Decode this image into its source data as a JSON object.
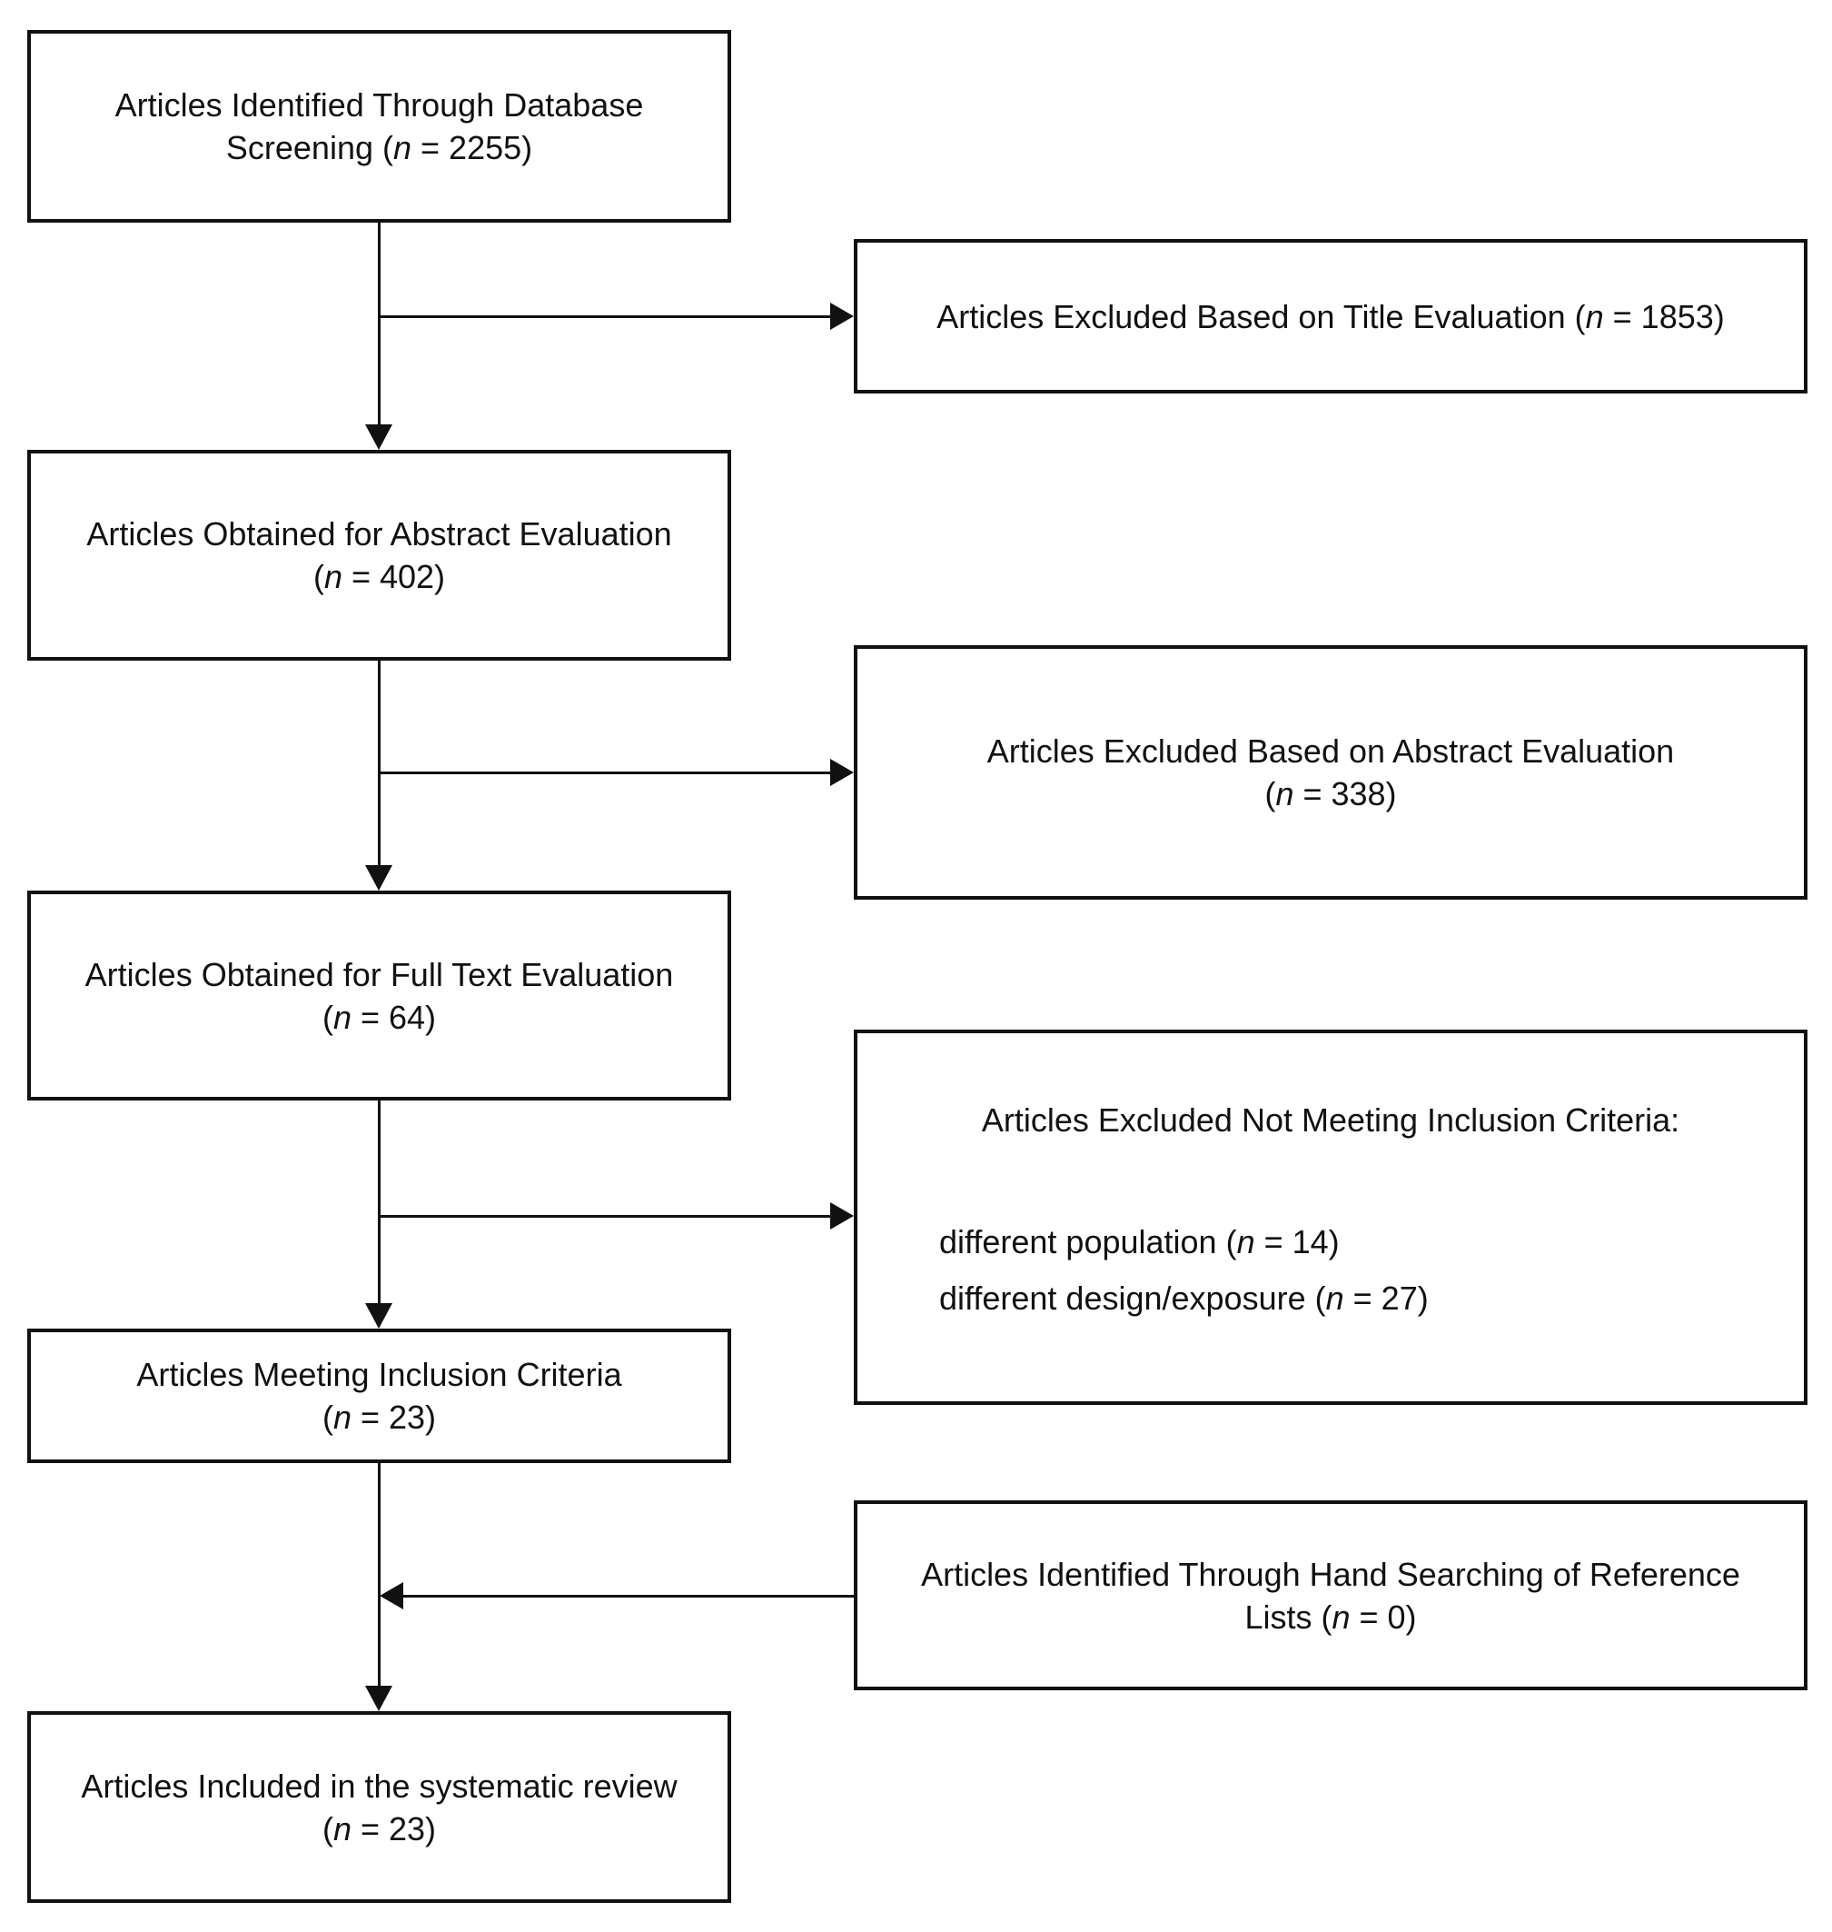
{
  "colors": {
    "ink": "#111111",
    "background": "#ffffff"
  },
  "nodes": {
    "db_screening": {
      "lines": [
        [
          {
            "t": "Articles Identified Through Database"
          }
        ],
        [
          {
            "t": "Screening ("
          },
          {
            "t": "n",
            "i": true
          },
          {
            "t": " = 2255)"
          }
        ]
      ]
    },
    "title_excluded": {
      "lines": [
        [
          {
            "t": "Articles Excluded Based on Title Evaluation ("
          },
          {
            "t": "n",
            "i": true
          },
          {
            "t": " = 1853)"
          }
        ]
      ]
    },
    "abstract_evaluation": {
      "lines": [
        [
          {
            "t": "Articles Obtained for Abstract Evaluation"
          }
        ],
        [
          {
            "t": "("
          },
          {
            "t": "n",
            "i": true
          },
          {
            "t": " = 402)"
          }
        ]
      ]
    },
    "abstract_excluded": {
      "lines": [
        [
          {
            "t": "Articles Excluded Based on Abstract Evaluation"
          }
        ],
        [
          {
            "t": "("
          },
          {
            "t": "n",
            "i": true
          },
          {
            "t": " = 338)"
          }
        ]
      ]
    },
    "fulltext_evaluation": {
      "lines": [
        [
          {
            "t": "Articles Obtained for Full Text Evaluation"
          }
        ],
        [
          {
            "t": "("
          },
          {
            "t": "n",
            "i": true
          },
          {
            "t": " = 64)"
          }
        ]
      ]
    },
    "criteria_excluded": {
      "heading": [
        [
          {
            "t": "Articles Excluded Not Meeting Inclusion Criteria:"
          }
        ]
      ],
      "items": [
        [
          {
            "t": "different population ("
          },
          {
            "t": "n",
            "i": true
          },
          {
            "t": " = 14)"
          }
        ],
        [
          {
            "t": "different design/exposure ("
          },
          {
            "t": "n",
            "i": true
          },
          {
            "t": " = 27)"
          }
        ]
      ]
    },
    "inclusion_criteria": {
      "lines": [
        [
          {
            "t": "Articles Meeting Inclusion Criteria"
          }
        ],
        [
          {
            "t": "("
          },
          {
            "t": "n",
            "i": true
          },
          {
            "t": " = 23)"
          }
        ]
      ]
    },
    "hand_searching": {
      "lines": [
        [
          {
            "t": "Articles Identified Through Hand Searching of Reference"
          }
        ],
        [
          {
            "t": "Lists ("
          },
          {
            "t": "n",
            "i": true
          },
          {
            "t": " = 0)"
          }
        ]
      ]
    },
    "systematic_review": {
      "lines": [
        [
          {
            "t": "Articles Included in the systematic review"
          }
        ],
        [
          {
            "t": "("
          },
          {
            "t": "n",
            "i": true
          },
          {
            "t": " = 23)"
          }
        ]
      ]
    }
  }
}
